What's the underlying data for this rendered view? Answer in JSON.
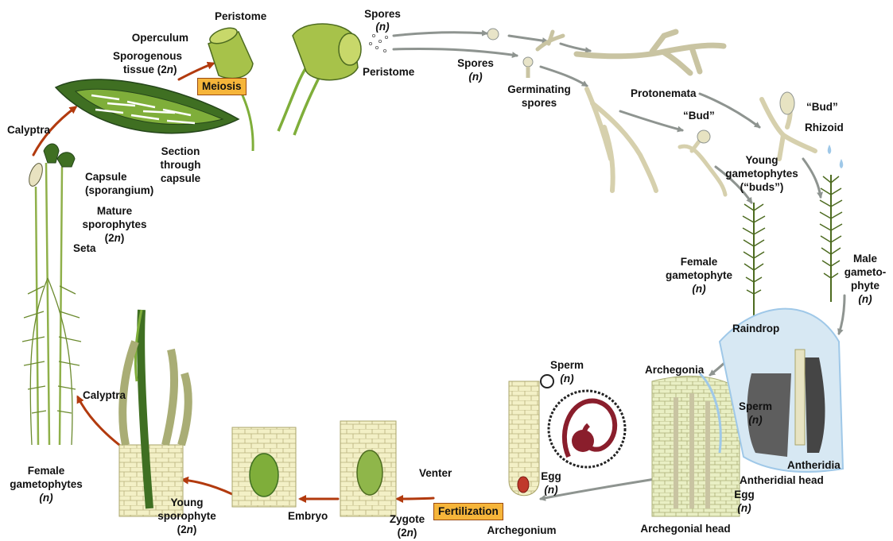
{
  "colors": {
    "haploid_arrow": "#8e9490",
    "diploid_arrow": "#b23a0e",
    "plant_green": "#7fae3a",
    "dark_green": "#3f6f22",
    "raindrop_blue": "#9fc8e8",
    "cell_yellow": "#f3f0c6",
    "sperm_red": "#8a1e2c",
    "box_orange": "#f6b53a"
  },
  "labels": {
    "peristome_top": "Peristome",
    "operculum": "Operculum",
    "sporogenous_tissue_1": "Sporogenous",
    "sporogenous_tissue_2": "tissue (2n)",
    "meiosis": "Meiosis",
    "spores_top_1": "Spores",
    "spores_top_2": "(n)",
    "peristome_right": "Peristome",
    "spores_mid_1": "Spores",
    "spores_mid_2": "(n)",
    "germinating_1": "Germinating",
    "germinating_2": "spores",
    "protonemata": "Protonemata",
    "bud_right": "“Bud”",
    "rhizoid": "Rhizoid",
    "bud_mid": "“Bud”",
    "calyptra_top": "Calyptra",
    "section_1": "Section",
    "section_2": "through",
    "section_3": "capsule",
    "capsule_1": "Capsule",
    "capsule_2": "(sporangium)",
    "mature_1": "Mature",
    "mature_2": "sporophytes",
    "mature_3": "(2n)",
    "seta": "Seta",
    "young_gam_1": "Young",
    "young_gam_2": "gametophytes",
    "young_gam_3": "(“buds”)",
    "female_gam_1": "Female",
    "female_gam_2": "gametophyte",
    "female_gam_3": "(n)",
    "male_gam_1": "Male",
    "male_gam_2": "gameto-",
    "male_gam_3": "phyte",
    "male_gam_4": "(n)",
    "raindrop": "Raindrop",
    "sperm_top_1": "Sperm",
    "sperm_top_2": "(n)",
    "archegonia": "Archegonia",
    "sperm_right_1": "Sperm",
    "sperm_right_2": "(n)",
    "calyptra_low": "Calyptra",
    "venter": "Venter",
    "egg_mid_1": "Egg",
    "egg_mid_2": "(n)",
    "antheridia": "Antheridia",
    "antheridial_head": "Antheridial head",
    "egg_right_1": "Egg",
    "egg_right_2": "(n)",
    "female_gams_1": "Female",
    "female_gams_2": "gametophytes",
    "female_gams_3": "(n)",
    "young_spor_1": "Young",
    "young_spor_2": "sporophyte",
    "young_spor_3": "(2n)",
    "embryo": "Embryo",
    "zygote_1": "Zygote",
    "zygote_2": "(2n)",
    "fertilization": "Fertilization",
    "archegonium": "Archegonium",
    "archegonial_head": "Archegonial head"
  }
}
